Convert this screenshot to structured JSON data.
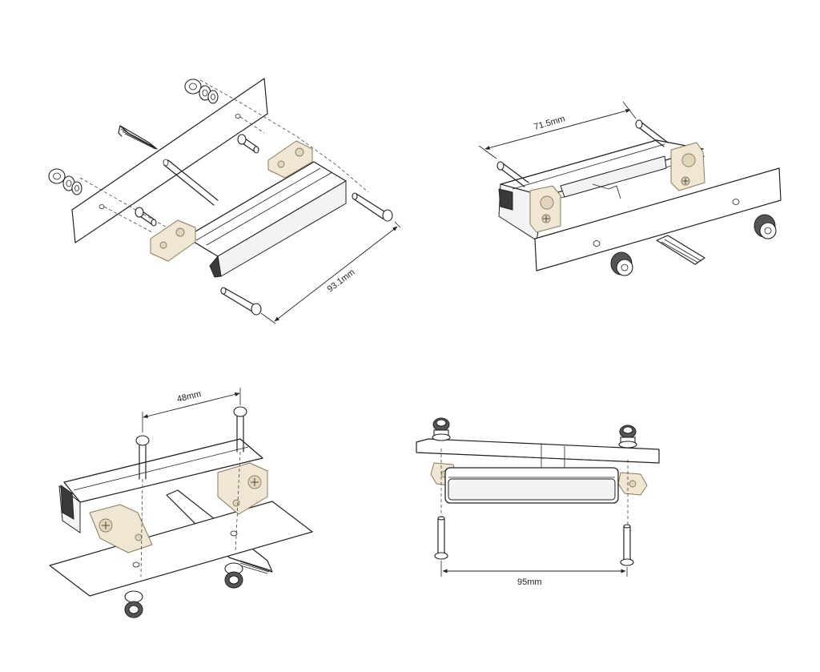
{
  "diagram": {
    "views": [
      {
        "id": "view-1",
        "dimension_label": "93.1mm"
      },
      {
        "id": "view-2",
        "dimension_label": "71.5mm"
      },
      {
        "id": "view-3",
        "dimension_label": "48mm"
      },
      {
        "id": "view-4",
        "dimension_label": "95mm"
      }
    ]
  },
  "colors": {
    "line": "#222222",
    "bracket": "#efe6d4",
    "bracket_stroke": "#8a7a5a"
  }
}
